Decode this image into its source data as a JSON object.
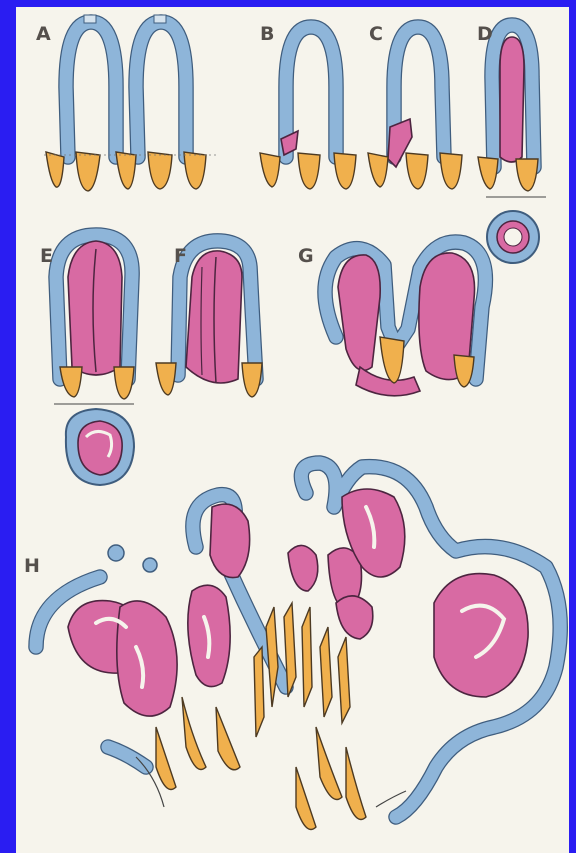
{
  "figure": {
    "panel_labels": [
      "A",
      "B",
      "C",
      "D",
      "E",
      "F",
      "G",
      "H"
    ]
  },
  "colors": {
    "background": "#2a1df2",
    "paper": "#f6f4ec",
    "epithelium_fill": "#8eb5d9",
    "epithelium_outline": "#3f5d7e",
    "tumor_fill": "#d86aa3",
    "crypt_fill": "#f0b04d",
    "label_text": "#55504c"
  }
}
